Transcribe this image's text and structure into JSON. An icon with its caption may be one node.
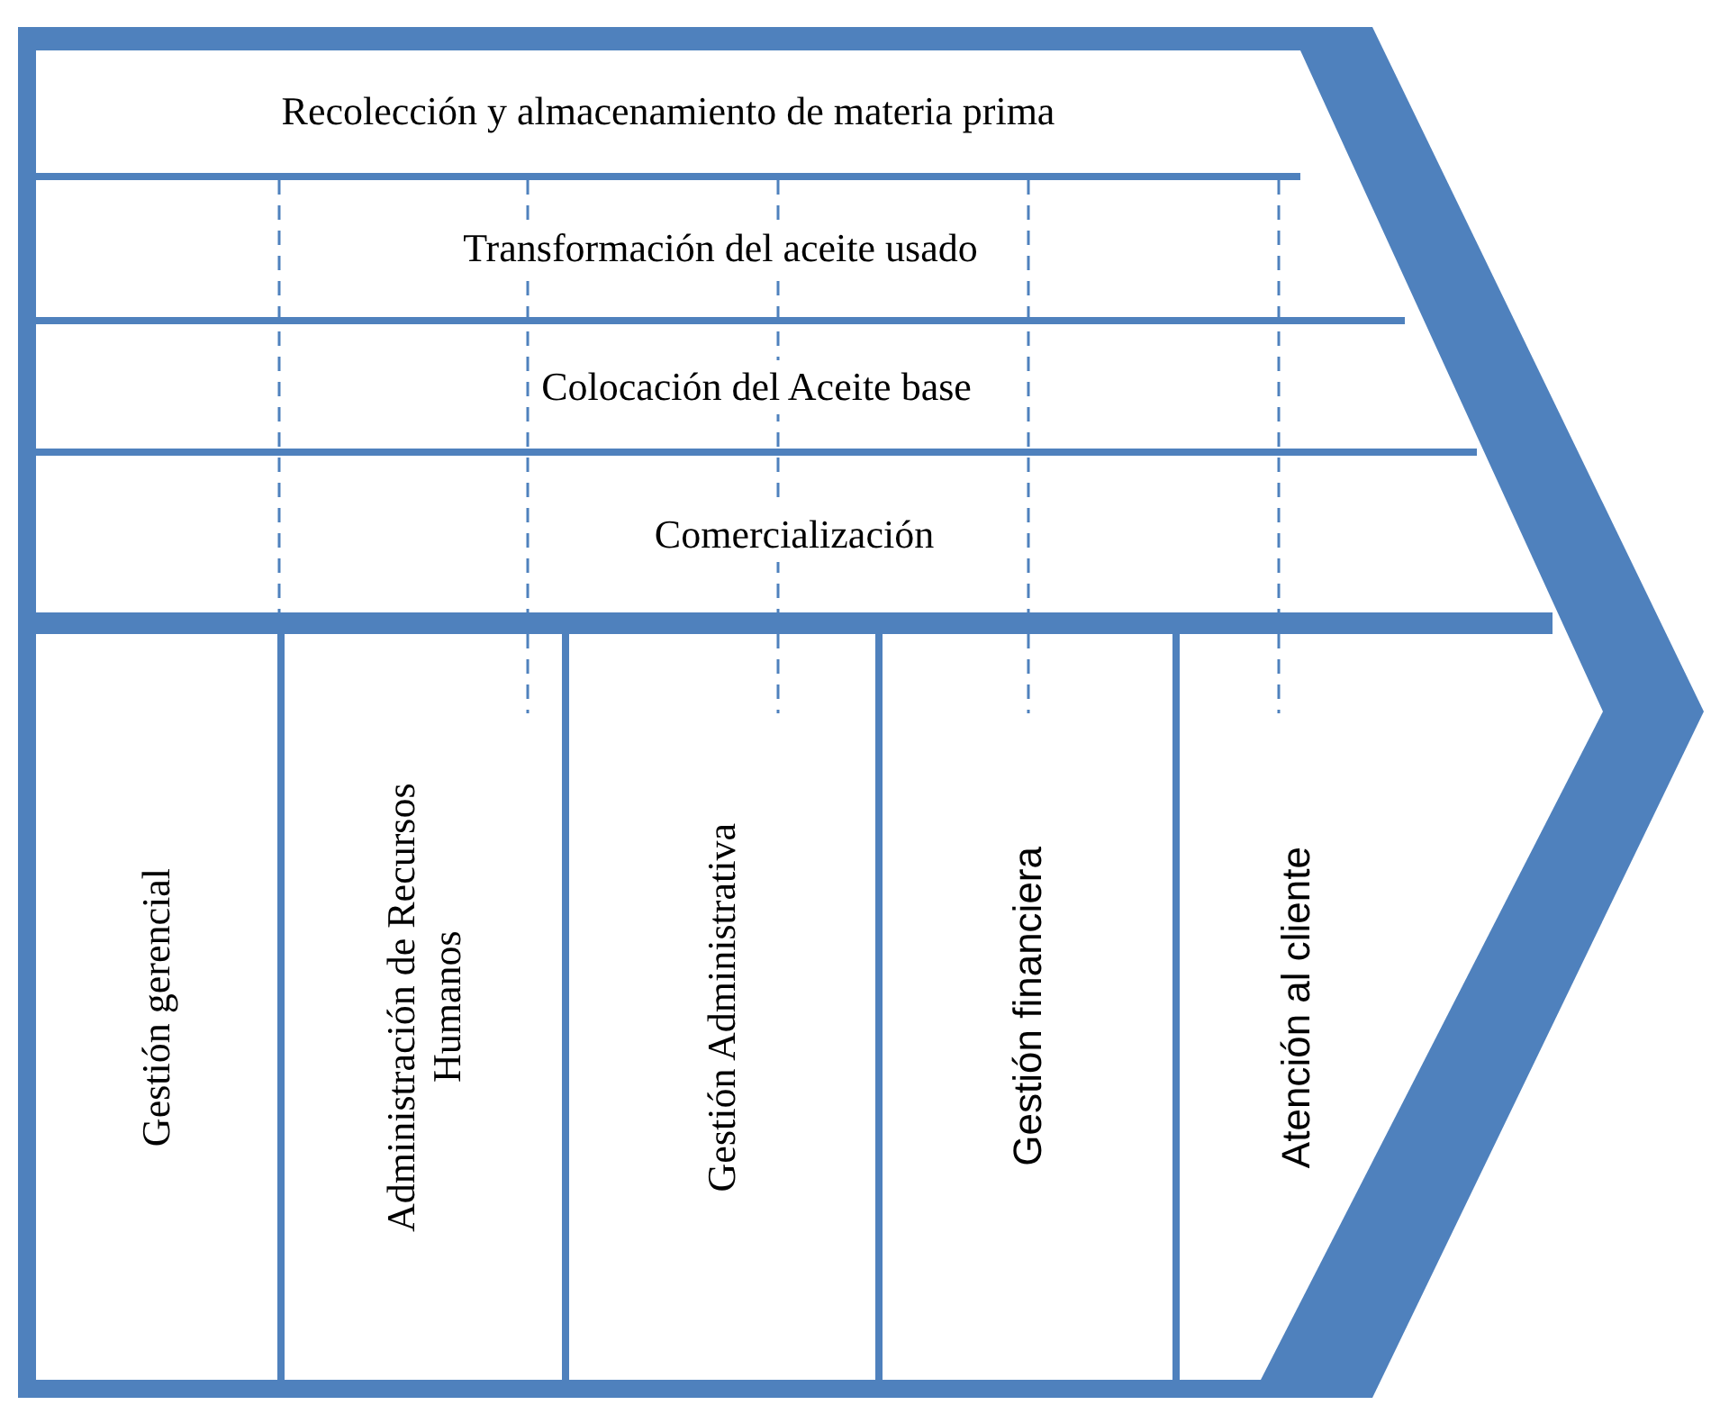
{
  "diagram": {
    "nodes": [
      {
        "text": [
          "Recolección y almacenamiento de materia prima"
        ]
      },
      {
        "text": [
          "Transformación del aceite usado"
        ]
      },
      {
        "text": [
          "Colocación del Aceite base"
        ]
      },
      {
        "text": [
          "Comercialización"
        ]
      },
      {
        "text": [
          "Gestión gerencial"
        ]
      },
      {
        "text": [
          "Administración de Recursos Humanos"
        ]
      },
      {
        "text": [
          "Gestión Administrativa"
        ]
      },
      {
        "text": [
          "Gestión financiera"
        ]
      },
      {
        "text": [
          "Atención al cliente"
        ]
      }
    ]
  }
}
